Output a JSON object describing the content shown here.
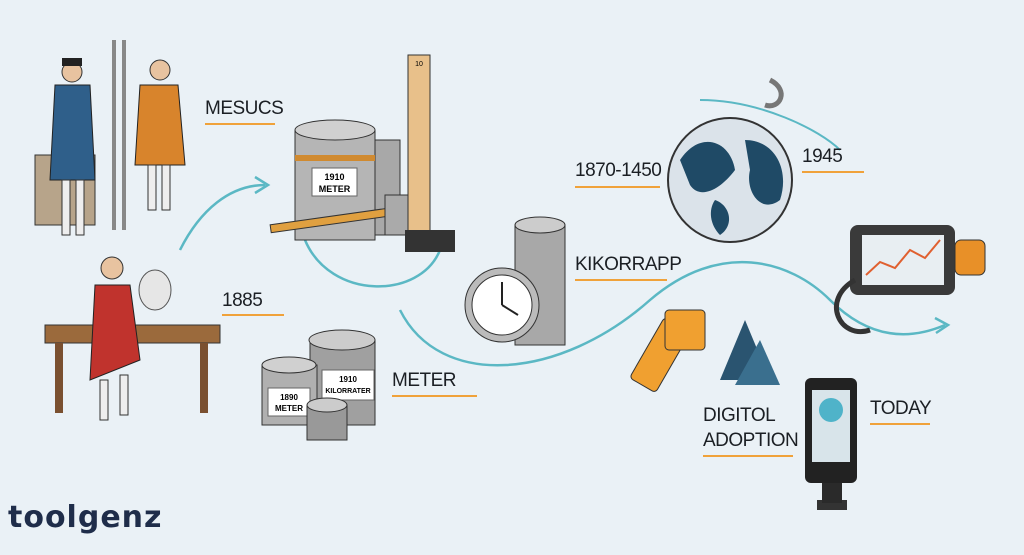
{
  "labels": {
    "mesucs": "MESUCS",
    "y1885": "1885",
    "meter": "METER",
    "range": "1870-1450",
    "y1945": "1945",
    "kikorrapp": "KIKORRAPP",
    "digitol_line1": "DIGITOL",
    "digitol_line2": "ADOPTION",
    "today": "TODAY"
  },
  "illustration_text": {
    "big_cylinder_year": "1910",
    "big_cylinder_word": "METER",
    "can_left_year": "1890",
    "can_left_word": "METER",
    "can_right_year": "1910",
    "can_right_word": "KILORRATER",
    "ruler_top": "10"
  },
  "logo": {
    "text": "toolgenz"
  },
  "colors": {
    "background": "#eaf1f6",
    "accent_orange": "#f0a23a",
    "flow_teal": "#5bb8c4",
    "ink": "#1b1f24"
  }
}
